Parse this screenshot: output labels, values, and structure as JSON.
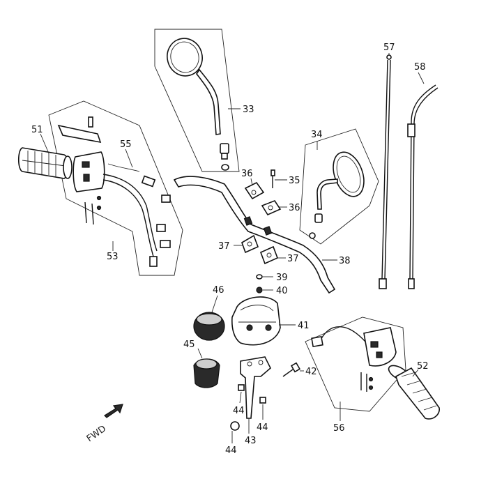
{
  "diagram": {
    "forward_label": "FWD",
    "part_numbers": {
      "p33": "33",
      "p34": "34",
      "p35": "35",
      "p36a": "36",
      "p36b": "36",
      "p37a": "37",
      "p37b": "37",
      "p38": "38",
      "p39": "39",
      "p40": "40",
      "p41": "41",
      "p42": "42",
      "p43": "43",
      "p44a": "44",
      "p44b": "44",
      "p44c": "44",
      "p45": "45",
      "p46": "46",
      "p51": "51",
      "p52": "52",
      "p53": "53",
      "p55": "55",
      "p56": "56",
      "p57": "57",
      "p58": "58"
    }
  }
}
